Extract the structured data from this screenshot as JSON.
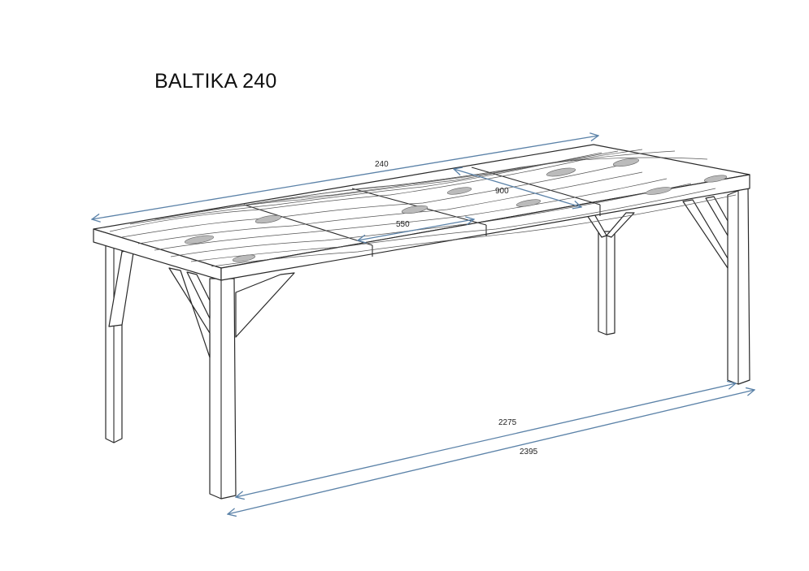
{
  "title": "BALTIKA 240",
  "dimensions": {
    "top_length": "240",
    "extension_width": "900",
    "extension_depth": "550",
    "leg_span": "2275",
    "overall_length": "2395"
  },
  "colors": {
    "dimension_line": "#5b82a8",
    "outline": "#2a2a2a",
    "background": "#ffffff"
  }
}
